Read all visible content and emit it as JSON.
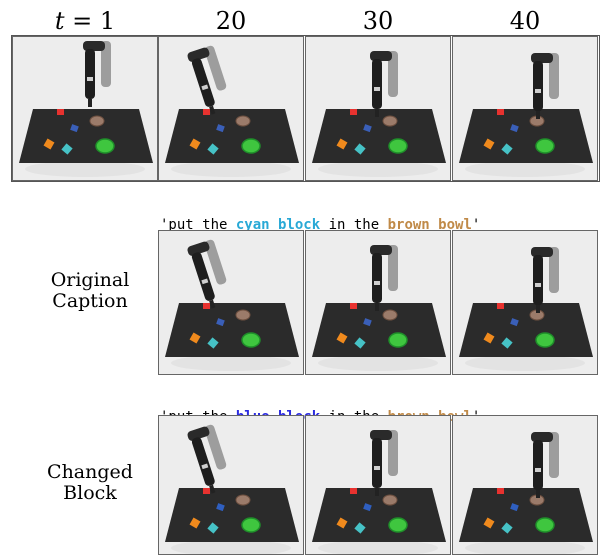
{
  "header": {
    "t1_var": "t",
    "t1_eq": " = 1",
    "t20": "20",
    "t30": "30",
    "t40": "40"
  },
  "captions": {
    "original": {
      "prefix": "'put the ",
      "object": "cyan block",
      "mid": " in the ",
      "target": "brown bowl",
      "suffix": "'"
    },
    "changed": {
      "prefix": "'put the ",
      "object": "blue block",
      "mid": " in the ",
      "target": "brown bowl",
      "suffix": "'"
    }
  },
  "row_labels": {
    "original_line1": "Original",
    "original_line2": "Caption",
    "changed_line1": "Changed",
    "changed_line2": "Block"
  },
  "colors": {
    "cyan": "#29a9d6",
    "blue": "#2b2be0",
    "brown": "#c08a48"
  }
}
